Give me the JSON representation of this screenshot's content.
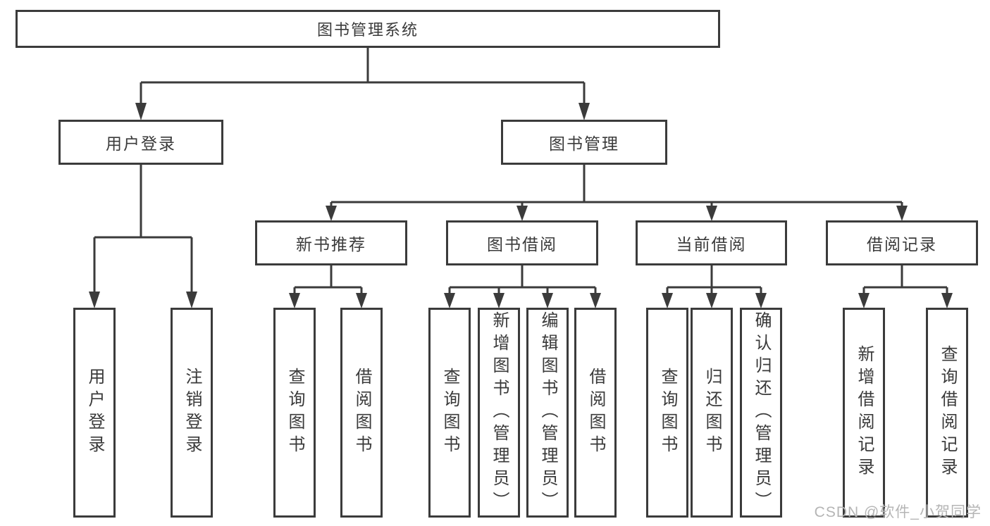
{
  "tree": {
    "root": {
      "label": "图书管理系统"
    },
    "branches": [
      {
        "label": "用户登录",
        "children": [
          {
            "label": "用户登录"
          },
          {
            "label": "注销登录"
          }
        ]
      },
      {
        "label": "图书管理",
        "children": [
          {
            "label": "新书推荐",
            "children": [
              {
                "label": "查询图书"
              },
              {
                "label": "借阅图书"
              }
            ]
          },
          {
            "label": "图书借阅",
            "children": [
              {
                "label": "查询图书"
              },
              {
                "label": "新增图书（管理员）"
              },
              {
                "label": "编辑图书（管理员）"
              },
              {
                "label": "借阅图书"
              }
            ]
          },
          {
            "label": "当前借阅",
            "children": [
              {
                "label": "查询图书"
              },
              {
                "label": "归还图书"
              },
              {
                "label": "确认归还（管理员）"
              }
            ]
          },
          {
            "label": "借阅记录",
            "children": [
              {
                "label": "新增借阅记录"
              },
              {
                "label": "查询借阅记录"
              }
            ]
          }
        ]
      }
    ]
  },
  "watermark": {
    "text": "CSDN @软件_小贺同学"
  },
  "colors": {
    "line": "#3b3b3b",
    "text": "#3a3a3a",
    "watermark": "#b5b5b5",
    "background": "#ffffff"
  }
}
